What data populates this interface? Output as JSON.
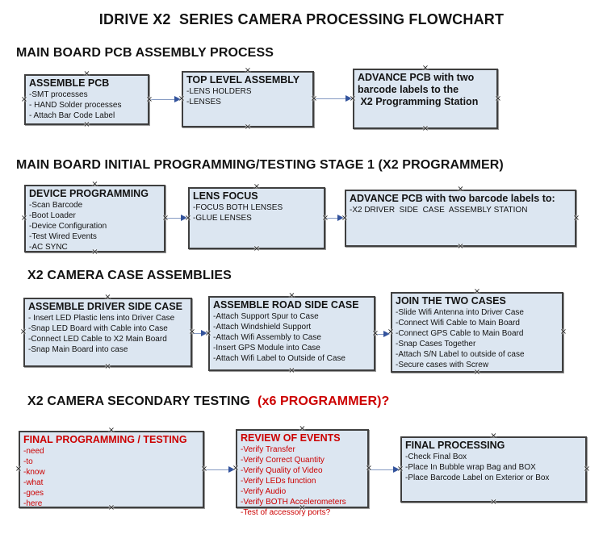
{
  "title": "IDRIVE X2  SERIES CAMERA PROCESSING FLOWCHART",
  "colors": {
    "box_fill": "#dce6f1",
    "box_border": "#3f3f3f",
    "arrow_line": "#8499c2",
    "arrow_head": "#33539c",
    "red_text": "#cc0000",
    "black_text": "#131313"
  },
  "sections": [
    {
      "heading": "MAIN BOARD PCB ASSEMBLY PROCESS",
      "heading_suffix": "",
      "boxes": [
        {
          "title": "ASSEMBLE PCB",
          "items": [
            "-SMT processes",
            "- HAND Solder processes",
            "- Attach Bar Code Label"
          ]
        },
        {
          "title": "TOP LEVEL ASSEMBLY",
          "items": [
            "-LENS HOLDERS",
            "-LENSES"
          ]
        },
        {
          "title": "ADVANCE PCB with two\nbarcode labels to the\n X2 Programming Station",
          "items": []
        }
      ]
    },
    {
      "heading": "MAIN BOARD INITIAL PROGRAMMING/TESTING STAGE 1 (X2 PROGRAMMER)",
      "heading_suffix": "",
      "boxes": [
        {
          "title": "DEVICE PROGRAMMING",
          "items": [
            "-Scan Barcode",
            "-Boot Loader",
            "-Device Configuration",
            "-Test Wired Events",
            "-AC SYNC"
          ]
        },
        {
          "title": "LENS FOCUS",
          "items": [
            "-FOCUS BOTH LENSES",
            "-GLUE LENSES"
          ]
        },
        {
          "title": "ADVANCE PCB with two barcode labels to:",
          "items": [
            "-X2 DRIVER  SIDE  CASE  ASSEMBLY STATION"
          ]
        }
      ]
    },
    {
      "heading": "X2 CAMERA CASE ASSEMBLIES",
      "heading_suffix": "",
      "boxes": [
        {
          "title": "ASSEMBLE DRIVER SIDE CASE",
          "items": [
            "- Insert LED Plastic lens into Driver Case",
            "-Snap LED Board with Cable into Case",
            "-Connect LED Cable to X2 Main Board",
            "-Snap Main Board into case"
          ]
        },
        {
          "title": "ASSEMBLE ROAD SIDE CASE",
          "items": [
            "-Attach Support Spur to Case",
            "-Attach Windshield Support",
            "-Attach Wifi Assembly to Case",
            "-Insert GPS Module into Case",
            "-Attach Wifi Label to Outside of Case"
          ]
        },
        {
          "title": "JOIN THE TWO CASES",
          "items": [
            "-Slide Wifi Antenna into Driver Case",
            "-Connect Wifi Cable to Main Board",
            "-Connect GPS Cable to Main Board",
            "-Snap Cases Together",
            "-Attach S/N Label to outside of case",
            "-Secure cases with Screw"
          ]
        }
      ]
    },
    {
      "heading": "X2 CAMERA SECONDARY TESTING  ",
      "heading_suffix": "(x6 PROGRAMMER)?",
      "boxes": [
        {
          "title": "FINAL PROGRAMMING / TESTING",
          "red": true,
          "items": [
            "-need",
            "-to",
            "-know",
            "-what",
            "-goes",
            "-here"
          ]
        },
        {
          "title": "REVIEW OF EVENTS",
          "red": true,
          "items": [
            "-Verify Transfer",
            "-Verify Correct Quantity",
            "-Verify Quality of Video",
            "-Verify LEDs function",
            "-Verify Audio",
            "-Verify BOTH Accelerometers",
            "-Test of accessory ports?"
          ]
        },
        {
          "title": "FINAL PROCESSING",
          "items": [
            "-Check Final Box",
            "-Place In Bubble wrap Bag and BOX",
            "-Place Barcode Label on Exterior or Box"
          ]
        }
      ]
    }
  ],
  "connector_handle_glyph": "×"
}
